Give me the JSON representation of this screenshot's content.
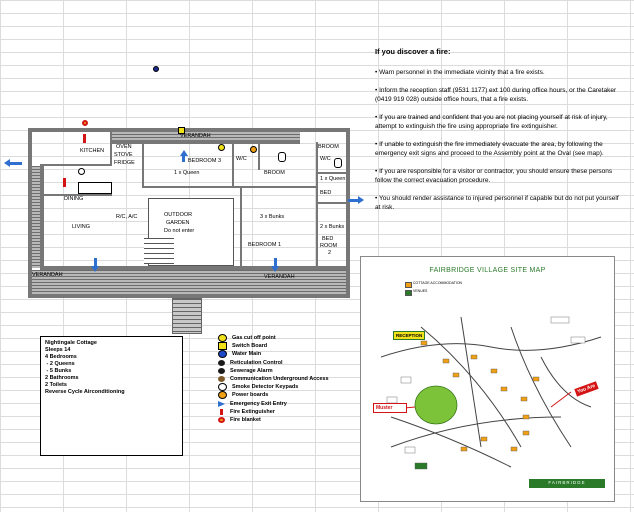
{
  "fire_instructions": {
    "heading": "If you discover a fire:",
    "steps": [
      "• Warn personnel in the immediate vicinity that a fire exists.",
      "• Inform the reception staff (9531 1177)  ext 100 during office hours, or the Caretaker (0419 919 028) outside office hours, that a fire exists.",
      "• If you are trained and confident that you are not placing yourself at risk of injury, attempt to extinguish the fire using appropriate fire extinguisher.",
      "• If unable to extinguish the fire immediately evacuate the area, by following the emergency exit signs and proceed to the Assembly point at the Oval (see map).",
      "• If you are responsible for a visitor or contractor, you should ensure these persons follow the correct evacuation procedure.",
      "• You should render assistance to injured personnel if capable but do not put yourself at risk."
    ]
  },
  "floorplan": {
    "rooms": {
      "kitchen": "KITCHEN",
      "oven": "OVEN",
      "stove": "STOVE",
      "fridge": "FRIDGE",
      "verandah_top": "VERANDAH",
      "bedroom3": "BEDROOM 3",
      "queen1": "1 x Queen",
      "wc1": "W/C",
      "broom_top": "BROOM",
      "wc2": "W/C",
      "broom_mid": "BROOM",
      "queen2": "1 x Queen",
      "bed_right": "BED",
      "dining": "DINING",
      "rc_ac": "R/C, A/C",
      "living": "LIVING",
      "outdoor_garden": "OUTDOOR",
      "garden": "GARDEN",
      "do_not_enter": "Do not enter",
      "bunks3": "3 x Bunks",
      "bunks2": "2 x Bunks",
      "bedroom1": "BEDROOM 1",
      "bed_room2_a": "BED",
      "bed_room2_b": "ROOM",
      "bed_room2_c": "2",
      "verandah_left": "VERANDAH",
      "verandah_bottom": "VERANDAH"
    }
  },
  "cottage_info": {
    "lines": [
      "Nightingale Cottage",
      "Sleeps 14",
      "4 Bedrooms",
      " - 2 Queens",
      " - 5 Bunks",
      "2 Bathrooms",
      "2 Toilets",
      "Reverse Cycle Airconditioning"
    ]
  },
  "legend": {
    "items": [
      {
        "label": "Gas cut off point",
        "color": "#f2e21a",
        "shape": "circle"
      },
      {
        "label": "Switch Board",
        "color": "#f2e21a",
        "shape": "square"
      },
      {
        "label": "Water Main",
        "color": "#1d49c8",
        "shape": "circle"
      },
      {
        "label": "Reticulation Control",
        "color": "#1a1a1a",
        "shape": "circle"
      },
      {
        "label": "Sewerage Alarm",
        "color": "#1a1a1a",
        "shape": "circle"
      },
      {
        "label": "Communication Underground Access",
        "color": "#7c5a2a",
        "shape": "circle"
      },
      {
        "label": "Smoke Detector Keypads",
        "color": "#ffffff",
        "shape": "circle"
      },
      {
        "label": "Power boards",
        "color": "#f0a016",
        "shape": "circle"
      },
      {
        "label": "Emergency Exit Entry",
        "color": "#2f6fd0",
        "shape": "arrow"
      },
      {
        "label": "Fire Extinguisher",
        "color": "#d41414",
        "shape": "bar"
      },
      {
        "label": "Fire blanket",
        "color": "#d41414",
        "shape": "ring"
      }
    ]
  },
  "site_map": {
    "title": "FAIRBRIDGE VILLAGE SITE MAP",
    "legend_cottage": "COTTAGE ACCOMMODATION",
    "legend_other": "VENUES",
    "reception": "RECEPTION",
    "muster": "Muster",
    "you_are_here": "You Are",
    "brand": "FAIRBRIDGE"
  },
  "colors": {
    "exit_arrow": "#2f6fd0",
    "wall": "#777777",
    "oval": "#7cc33a",
    "reception": "#f2e21a",
    "muster_border": "#d41414"
  }
}
